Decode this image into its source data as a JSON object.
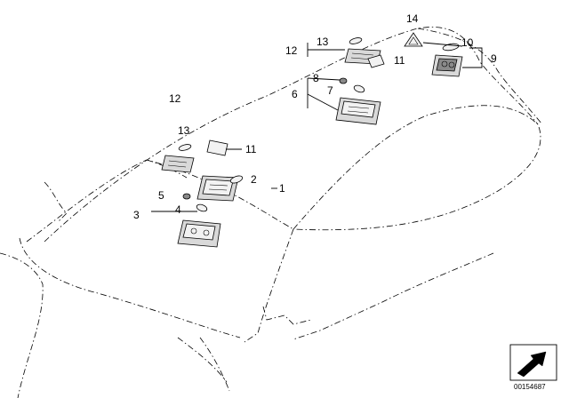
{
  "diagram": {
    "callouts": {
      "c1": "1",
      "c2": "2",
      "c3": "3",
      "c4": "4",
      "c5": "5",
      "c6": "6",
      "c7": "7",
      "c8": "8",
      "c9": "9",
      "c10": "10",
      "c11_top": "11",
      "c11_mid": "11",
      "c12_top": "12",
      "c12_mid": "12",
      "c13_top": "13",
      "c13_mid": "13",
      "c14": "14"
    },
    "document_id": "00154687"
  }
}
